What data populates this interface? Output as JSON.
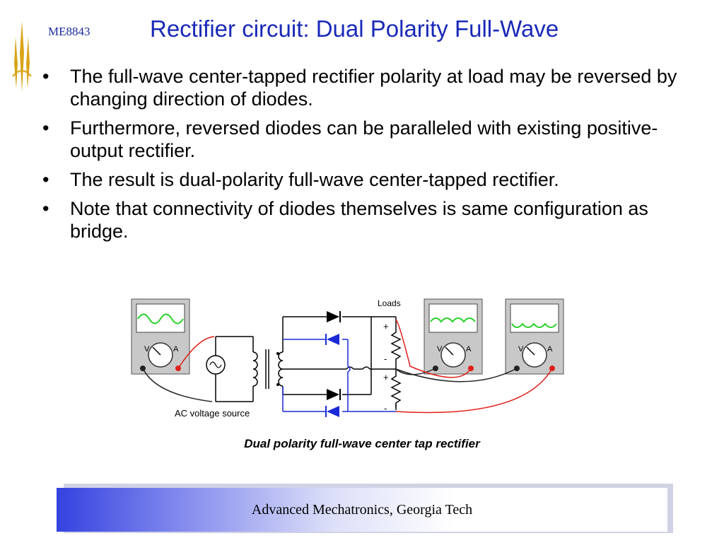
{
  "header": {
    "course_code": "ME8843",
    "title": "Rectifier circuit: Dual Polarity Full-Wave"
  },
  "bullets": [
    "The full-wave center-tapped rectifier polarity at load may be reversed by changing direction of diodes.",
    "Furthermore, reversed diodes can be paralleled with existing positive-output rectifier.",
    "The result is dual-polarity full-wave center-tapped rectifier.",
    "Note that connectivity of diodes themselves is same configuration as  bridge."
  ],
  "figure": {
    "labels": {
      "loads": "Loads",
      "ac_source": "AC voltage source",
      "meter_v": "V",
      "meter_a": "A",
      "plus": "+",
      "minus": "-"
    },
    "caption": "Dual polarity full-wave center tap rectifier"
  },
  "footer": {
    "text": "Advanced Mechatronics, Georgia Tech"
  },
  "colors": {
    "title": "#1a2ab8",
    "diode_reversed": "#1a2ad8",
    "probe_red": "#e0201a",
    "trace_green": "#28d028"
  }
}
